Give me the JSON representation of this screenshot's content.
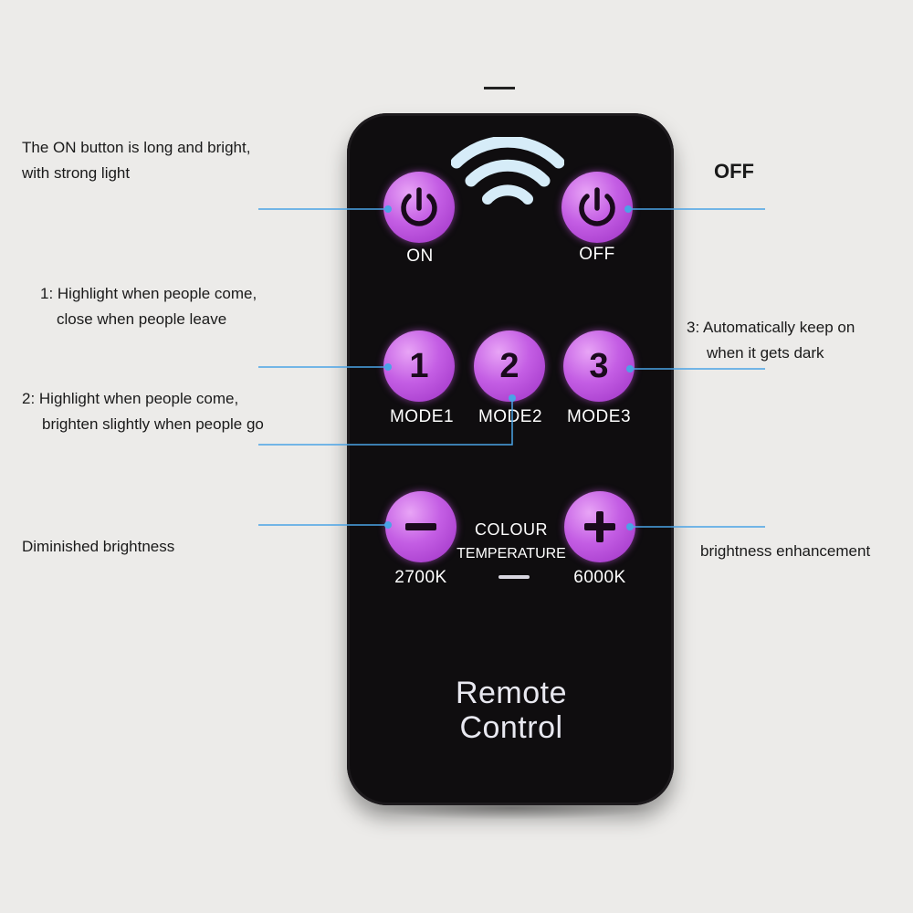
{
  "remote": {
    "buttons": {
      "on": {
        "label": "ON",
        "icon": "power-icon"
      },
      "off": {
        "label": "OFF",
        "icon": "power-icon"
      },
      "mode1": {
        "glyph": "1",
        "label": "MODE1"
      },
      "mode2": {
        "glyph": "2",
        "label": "MODE2"
      },
      "mode3": {
        "glyph": "3",
        "label": "MODE3"
      },
      "minus": {
        "icon": "minus-icon",
        "label": "2700K"
      },
      "plus": {
        "icon": "plus-icon",
        "label": "6000K"
      }
    },
    "colour_label": "COLOUR",
    "temperature_label": "TEMPERATURE",
    "brand_line1": "Remote",
    "brand_line2": "Control"
  },
  "annotations": {
    "on_line1": "The ON button is long and bright,",
    "on_line2": "with strong light",
    "off": "OFF",
    "mode1_line1": "1: Highlight when people come,",
    "mode1_line2": "close when people leave",
    "mode2_line1": "2: Highlight when people come,",
    "mode2_line2": "brighten slightly when people go",
    "mode3_line1": "3: Automatically keep on",
    "mode3_line2": "when it gets dark",
    "minus": "Diminished brightness",
    "plus": "brightness enhancement"
  },
  "colors": {
    "button_fill": "#c45ee4",
    "remote_body": "#0f0d0f",
    "callout_line": "#4aa3e6",
    "signal_icon": "#d6ecf8"
  }
}
